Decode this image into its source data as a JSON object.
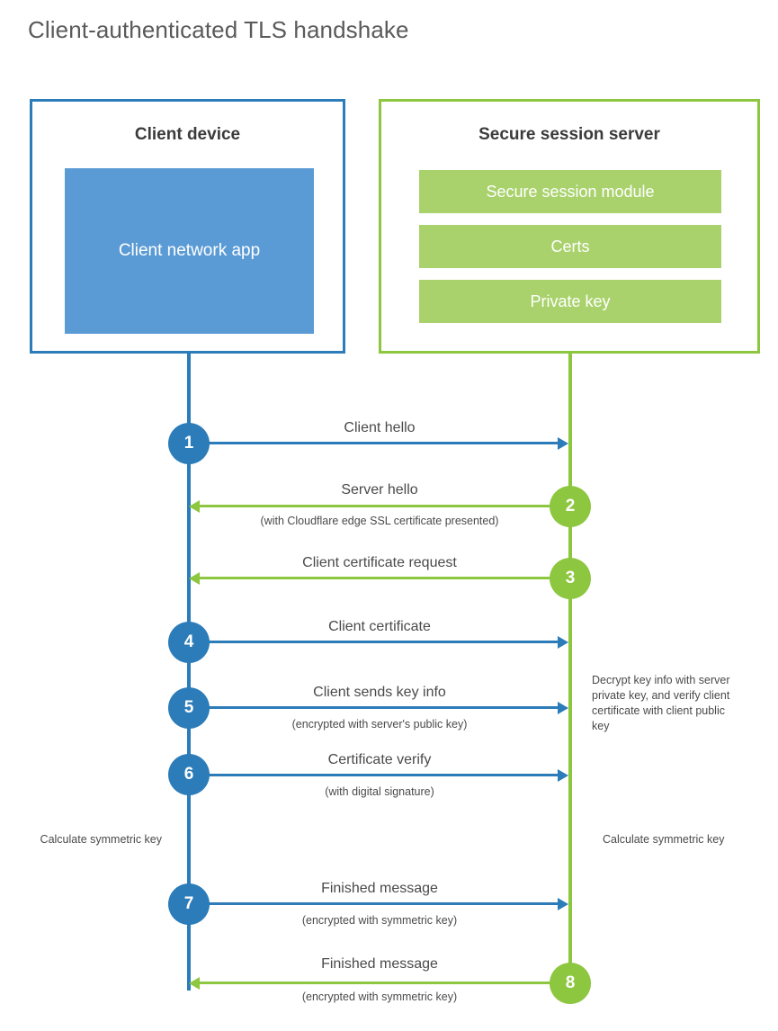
{
  "title": "Client-authenticated TLS handshake",
  "colors": {
    "client_blue": "#2B7CB9",
    "client_app_fill": "#5B9BD5",
    "server_green": "#8DC63F",
    "server_bar_fill": "#A9D26C",
    "text_gray": "#4a4a4a",
    "title_gray": "#5a5a5a",
    "background": "#ffffff"
  },
  "client": {
    "title": "Client device",
    "app_label": "Client network app"
  },
  "server": {
    "title": "Secure session server",
    "components": [
      "Secure session module",
      "Certs",
      "Private key"
    ]
  },
  "steps": [
    {
      "number": "1",
      "label": "Client hello",
      "sublabel": "",
      "direction": "client-to-server",
      "color": "blue"
    },
    {
      "number": "2",
      "label": "Server hello",
      "sublabel": "(with Cloudflare edge SSL certificate presented)",
      "direction": "server-to-client",
      "color": "green"
    },
    {
      "number": "3",
      "label": "Client certificate request",
      "sublabel": "",
      "direction": "server-to-client",
      "color": "green"
    },
    {
      "number": "4",
      "label": "Client certificate",
      "sublabel": "",
      "direction": "client-to-server",
      "color": "blue"
    },
    {
      "number": "5",
      "label": "Client sends key info",
      "sublabel": "(encrypted with server's public key)",
      "direction": "client-to-server",
      "color": "blue"
    },
    {
      "number": "6",
      "label": "Certificate verify",
      "sublabel": "(with digital signature)",
      "direction": "client-to-server",
      "color": "blue"
    },
    {
      "number": "7",
      "label": "Finished message",
      "sublabel": "(encrypted with symmetric key)",
      "direction": "client-to-server",
      "color": "blue"
    },
    {
      "number": "8",
      "label": "Finished message",
      "sublabel": "(encrypted with symmetric key)",
      "direction": "server-to-client",
      "color": "green"
    }
  ],
  "notes": {
    "server_decrypt": "Decrypt key info with server private key, and verify client certificate with client public key",
    "client_calculate": "Calculate symmetric key",
    "server_calculate": "Calculate symmetric key"
  }
}
